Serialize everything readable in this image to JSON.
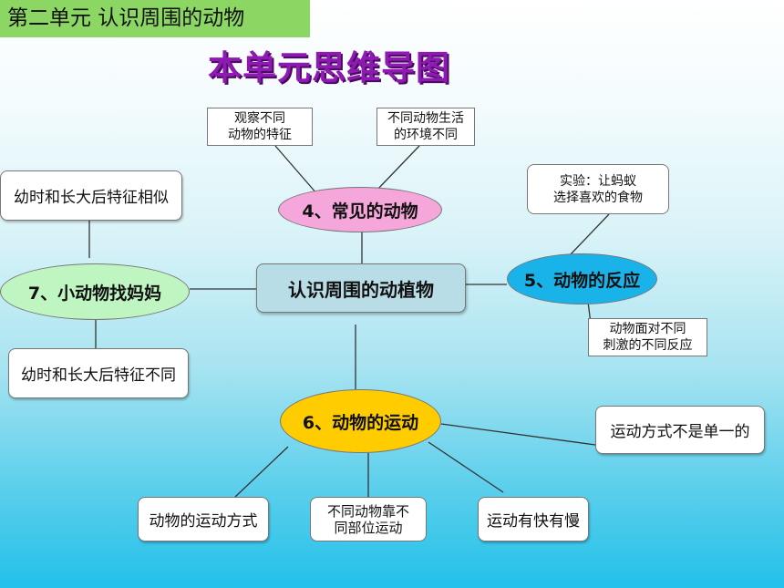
{
  "unit_tag": "第二单元 认识周围的动物",
  "title": "本单元思维导图",
  "center": "认识周围的动植物",
  "colors": {
    "branch4": "#f5a6da",
    "branch5": "#19b3ea",
    "branch6": "#ffcc00",
    "branch7": "#bff5c0",
    "line": "#333333"
  },
  "branches": {
    "b4": {
      "label": "4、常见的动物",
      "leaves": [
        "观察不同\n动物的特征",
        "不同动物生活\n的环境不同"
      ]
    },
    "b5": {
      "label": "5、动物的反应",
      "leaves": [
        "实验：让蚂蚁\n选择喜欢的食物",
        "动物面对不同\n刺激的不同反应"
      ]
    },
    "b6": {
      "label": "6、动物的运动",
      "leaves": [
        "运动方式不是单一的",
        "动物的运动方式",
        "不同动物靠不\n同部位运动",
        "运动有快有慢"
      ]
    },
    "b7": {
      "label": "7、小动物找妈妈",
      "leaves": [
        "幼时和长大后特征相似",
        "幼时和长大后特征不同"
      ]
    }
  }
}
